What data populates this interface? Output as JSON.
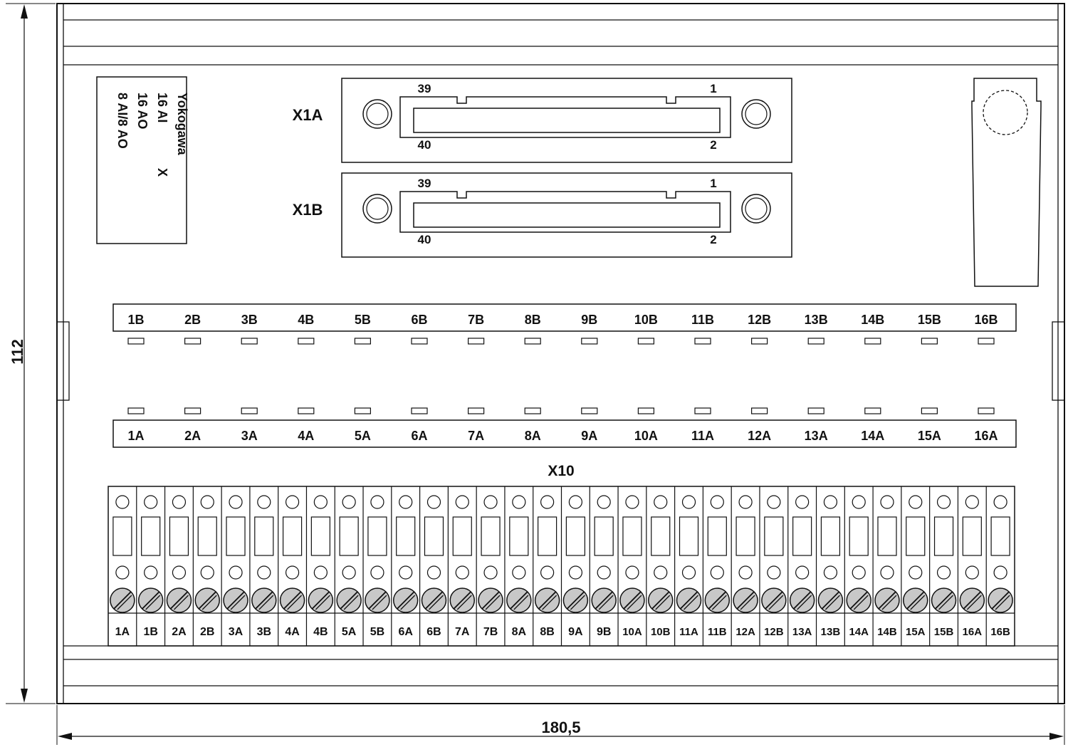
{
  "dimensions": {
    "height_label": "112",
    "width_label": "180,5"
  },
  "label_card": {
    "lines": [
      "Yokogawa",
      "16 AI",
      "16 AO",
      "8 AI/8 AO"
    ],
    "mark": "X"
  },
  "connectors": [
    {
      "name": "X1A",
      "pins": {
        "top_left": "39",
        "top_right": "1",
        "bottom_left": "40",
        "bottom_right": "2"
      }
    },
    {
      "name": "X1B",
      "pins": {
        "top_left": "39",
        "top_right": "1",
        "bottom_left": "40",
        "bottom_right": "2"
      }
    }
  ],
  "led_row_top": [
    "1B",
    "2B",
    "3B",
    "4B",
    "5B",
    "6B",
    "7B",
    "8B",
    "9B",
    "10B",
    "11B",
    "12B",
    "13B",
    "14B",
    "15B",
    "16B"
  ],
  "led_row_bottom": [
    "1A",
    "2A",
    "3A",
    "4A",
    "5A",
    "6A",
    "7A",
    "8A",
    "9A",
    "10A",
    "11A",
    "12A",
    "13A",
    "14A",
    "15A",
    "16A"
  ],
  "terminal_block": {
    "name": "X10",
    "terminals": [
      "1A",
      "1B",
      "2A",
      "2B",
      "3A",
      "3B",
      "4A",
      "4B",
      "5A",
      "5B",
      "6A",
      "6B",
      "7A",
      "7B",
      "8A",
      "8B",
      "9A",
      "9B",
      "10A",
      "10B",
      "11A",
      "11B",
      "12A",
      "12B",
      "13A",
      "13B",
      "14A",
      "14B",
      "15A",
      "15B",
      "16A",
      "16B"
    ]
  },
  "colors": {
    "line": "#111111",
    "screw_fill": "#c8c8c8",
    "background": "#ffffff"
  }
}
